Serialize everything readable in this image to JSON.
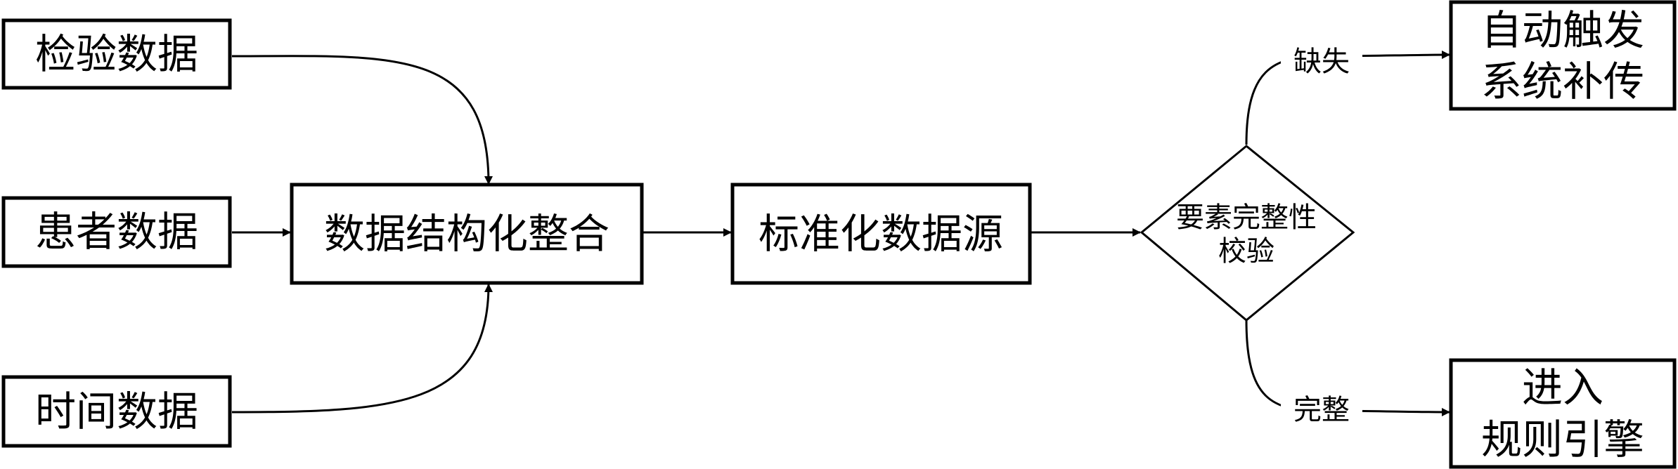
{
  "diagram": {
    "nodes": {
      "inspection_data": "检验数据",
      "patient_data": "患者数据",
      "time_data": "时间数据",
      "structured_integration": "数据结构化整合",
      "standardized_source": "标准化数据源",
      "check_line1": "要素完整性",
      "check_line2": "校验",
      "auto_retransmit_line1": "自动触发",
      "auto_retransmit_line2": "系统补传",
      "rule_engine_line1": "进入",
      "rule_engine_line2": "规则引擎"
    },
    "edge_labels": {
      "missing": "缺失",
      "complete": "完整"
    }
  }
}
